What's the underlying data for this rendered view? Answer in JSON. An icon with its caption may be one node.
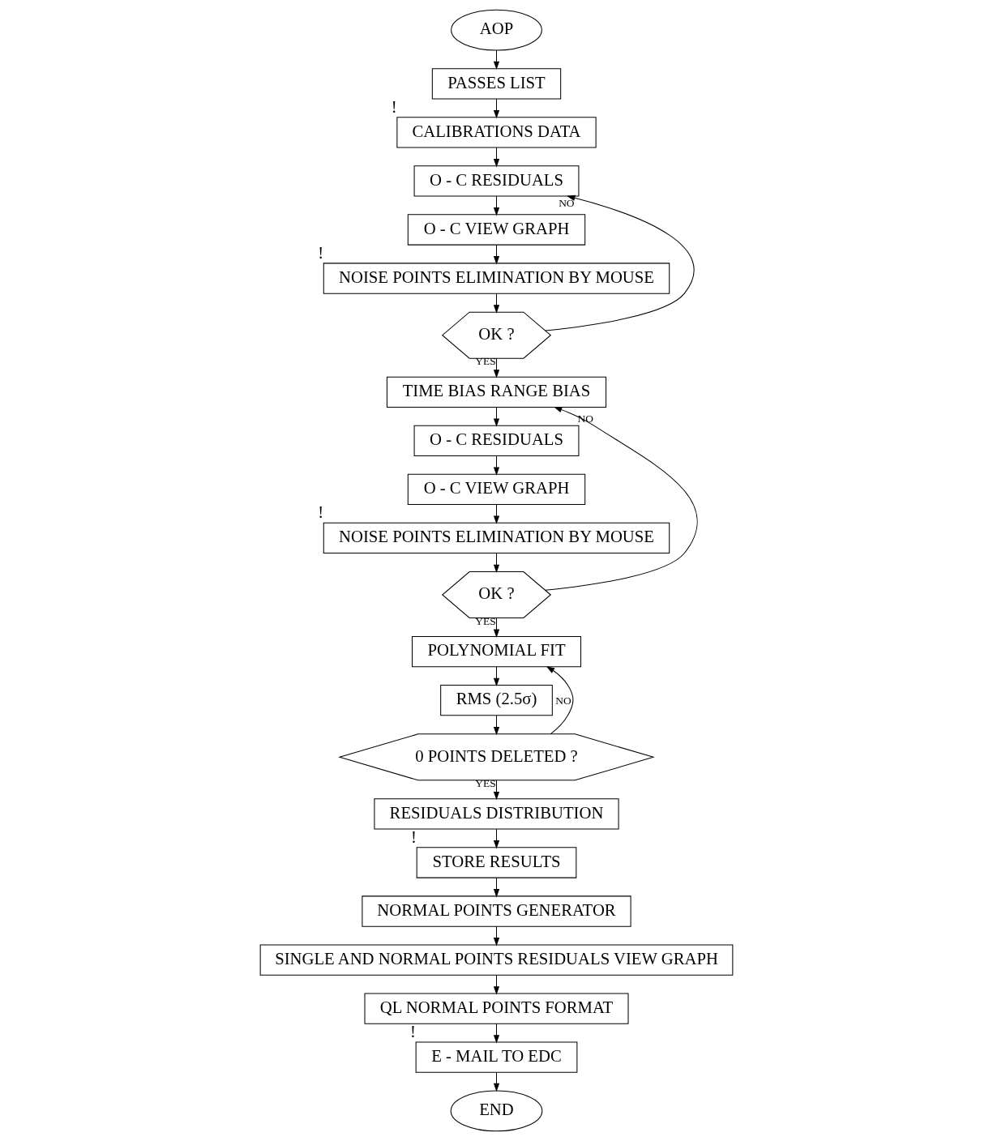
{
  "diagram": {
    "nodes": [
      {
        "text": [
          "AOP"
        ]
      },
      {
        "text": [
          "PASSES LIST"
        ]
      },
      {
        "text": [
          "CALIBRATIONS DATA"
        ],
        "beside": [
          "!"
        ]
      },
      {
        "text": [
          "O - C RESIDUALS"
        ]
      },
      {
        "text": [
          "O - C VIEW GRAPH"
        ]
      },
      {
        "text": [
          "NOISE POINTS ELIMINATION BY MOUSE"
        ],
        "beside": [
          "!"
        ]
      },
      {
        "text": [
          "OK ?"
        ]
      },
      {
        "text": [
          "TIME BIAS RANGE BIAS"
        ]
      },
      {
        "text": [
          "O - C RESIDUALS"
        ]
      },
      {
        "text": [
          "O - C VIEW GRAPH"
        ]
      },
      {
        "text": [
          "NOISE POINTS ELIMINATION BY MOUSE"
        ],
        "beside": [
          "!"
        ]
      },
      {
        "text": [
          "OK ?"
        ]
      },
      {
        "text": [
          "POLYNOMIAL FIT"
        ]
      },
      {
        "text": [
          "RMS (2.5σ)"
        ]
      },
      {
        "text": [
          "0 POINTS DELETED ?"
        ]
      },
      {
        "text": [
          "RESIDUALS DISTRIBUTION"
        ]
      },
      {
        "text": [
          "STORE RESULTS"
        ],
        "beside": [
          "!"
        ]
      },
      {
        "text": [
          "NORMAL POINTS GENERATOR"
        ]
      },
      {
        "text": [
          "SINGLE AND NORMAL POINTS RESIDUALS VIEW GRAPH"
        ]
      },
      {
        "text": [
          "QL NORMAL POINTS FORMAT"
        ]
      },
      {
        "text": [
          "E - MAIL TO EDC"
        ],
        "beside": [
          "!"
        ]
      },
      {
        "text": [
          "END"
        ]
      }
    ],
    "edges": [
      {
        "from": 0,
        "to": 1,
        "arrow": "to"
      },
      {
        "from": 1,
        "to": 2,
        "arrow": "to"
      },
      {
        "from": 2,
        "to": 3,
        "arrow": "to"
      },
      {
        "from": 3,
        "to": 4,
        "arrow": "to"
      },
      {
        "from": 4,
        "to": 5,
        "arrow": "to"
      },
      {
        "from": 5,
        "to": 6,
        "arrow": "to"
      },
      {
        "from": 6,
        "to": 3,
        "arrow": "to",
        "label": "NO"
      },
      {
        "from": 6,
        "to": 7,
        "arrow": "to",
        "label": "YES"
      },
      {
        "from": 7,
        "to": 8,
        "arrow": "to"
      },
      {
        "from": 8,
        "to": 9,
        "arrow": "to"
      },
      {
        "from": 9,
        "to": 10,
        "arrow": "to"
      },
      {
        "from": 10,
        "to": 11,
        "arrow": "to"
      },
      {
        "from": 11,
        "to": 7,
        "arrow": "to",
        "label": "NO"
      },
      {
        "from": 11,
        "to": 12,
        "arrow": "to",
        "label": "YES"
      },
      {
        "from": 12,
        "to": 13,
        "arrow": "to"
      },
      {
        "from": 13,
        "to": 14,
        "arrow": "to"
      },
      {
        "from": 14,
        "to": 12,
        "arrow": "to",
        "label": "NO"
      },
      {
        "from": 14,
        "to": 15,
        "arrow": "to",
        "label": "YES"
      },
      {
        "from": 15,
        "to": 16,
        "arrow": "to"
      },
      {
        "from": 16,
        "to": 17,
        "arrow": "to"
      },
      {
        "from": 17,
        "to": 18,
        "arrow": "to"
      },
      {
        "from": 18,
        "to": 19,
        "arrow": "to"
      },
      {
        "from": 19,
        "to": 20,
        "arrow": "to"
      },
      {
        "from": 20,
        "to": 21,
        "arrow": "to"
      }
    ]
  }
}
